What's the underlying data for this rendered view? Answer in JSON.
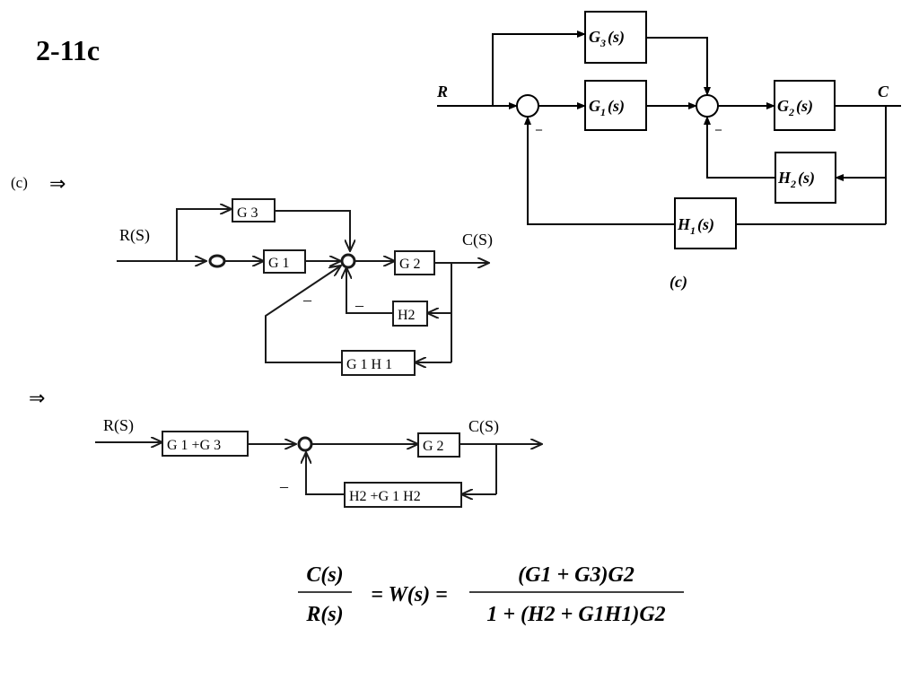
{
  "title": "2-11c",
  "original": {
    "input": "R",
    "output": "C",
    "g3": "G",
    "g3_sub": "3",
    "g1": "G",
    "g1_sub": "1",
    "g2": "G",
    "g2_sub": "2",
    "h2": "H",
    "h2_sub": "2",
    "h1": "H",
    "h1_sub": "1",
    "arg": "(s)",
    "minus": "–",
    "caption": "(c)"
  },
  "step1": {
    "label": "(c)",
    "arrow": "⇒",
    "input": "R(S)",
    "output": "C(S)",
    "g3": "G 3",
    "g1": "G 1",
    "g2": "G 2",
    "h2": "H2",
    "g1h1": "G 1 H 1",
    "minus": "–"
  },
  "step2": {
    "arrow": "⇒",
    "input": "R(S)",
    "output": "C(S)",
    "fwd": "G 1 +G 3",
    "g2": "G 2",
    "fb": "H2 +G 1 H2",
    "minus": "–"
  },
  "formula": {
    "lhs_num": "C(s)",
    "lhs_den": "R(s)",
    "mid": "= W(s) =",
    "rhs_num": "(G1 + G3)G2",
    "rhs_den": "1 + (H2 + G1H1)G2"
  }
}
